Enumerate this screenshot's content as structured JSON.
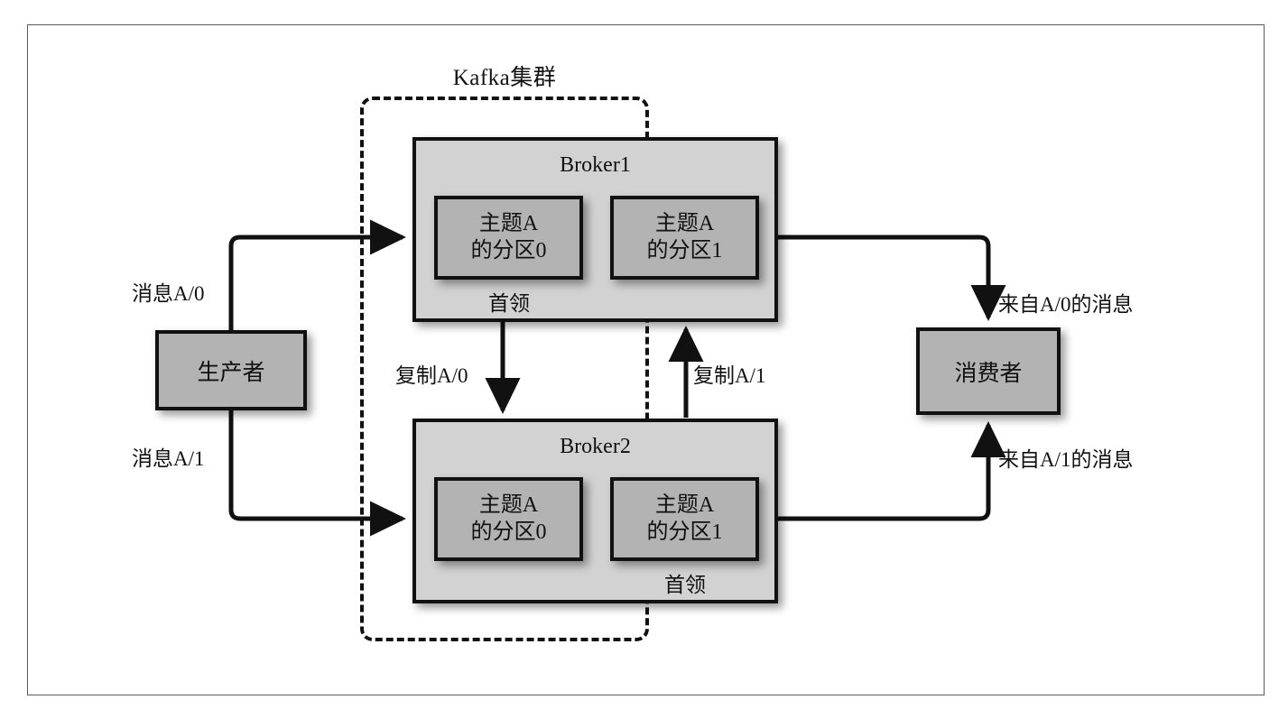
{
  "diagram": {
    "title": "Kafka集群",
    "frame": {
      "name": "outer-frame"
    },
    "cluster": {
      "label": "Kafka集群"
    },
    "brokers": [
      {
        "id": "broker1",
        "title": "Broker1",
        "leader_label": "首领",
        "leader_side": "left",
        "partitions": [
          {
            "line1": "主题A",
            "line2": "的分区0"
          },
          {
            "line1": "主题A",
            "line2": "的分区1"
          }
        ]
      },
      {
        "id": "broker2",
        "title": "Broker2",
        "leader_label": "首领",
        "leader_side": "right",
        "partitions": [
          {
            "line1": "主题A",
            "line2": "的分区0"
          },
          {
            "line1": "主题A",
            "line2": "的分区1"
          }
        ]
      }
    ],
    "producer": {
      "label": "生产者"
    },
    "consumer": {
      "label": "消费者"
    },
    "edge_labels": {
      "producer_msg_0": "消息A/0",
      "producer_msg_1": "消息A/1",
      "replicate_0": "复制A/0",
      "replicate_1": "复制A/1",
      "consume_msg_0": "来自A/0的消息",
      "consume_msg_1": "来自A/1的消息"
    },
    "colors": {
      "broker_fill": "#d2d2d2",
      "partition_fill": "#b3b3b3",
      "endpoint_fill": "#b3b3b3",
      "stroke": "#111111",
      "frame_border": "#5a5a5a",
      "background": "#ffffff"
    }
  }
}
